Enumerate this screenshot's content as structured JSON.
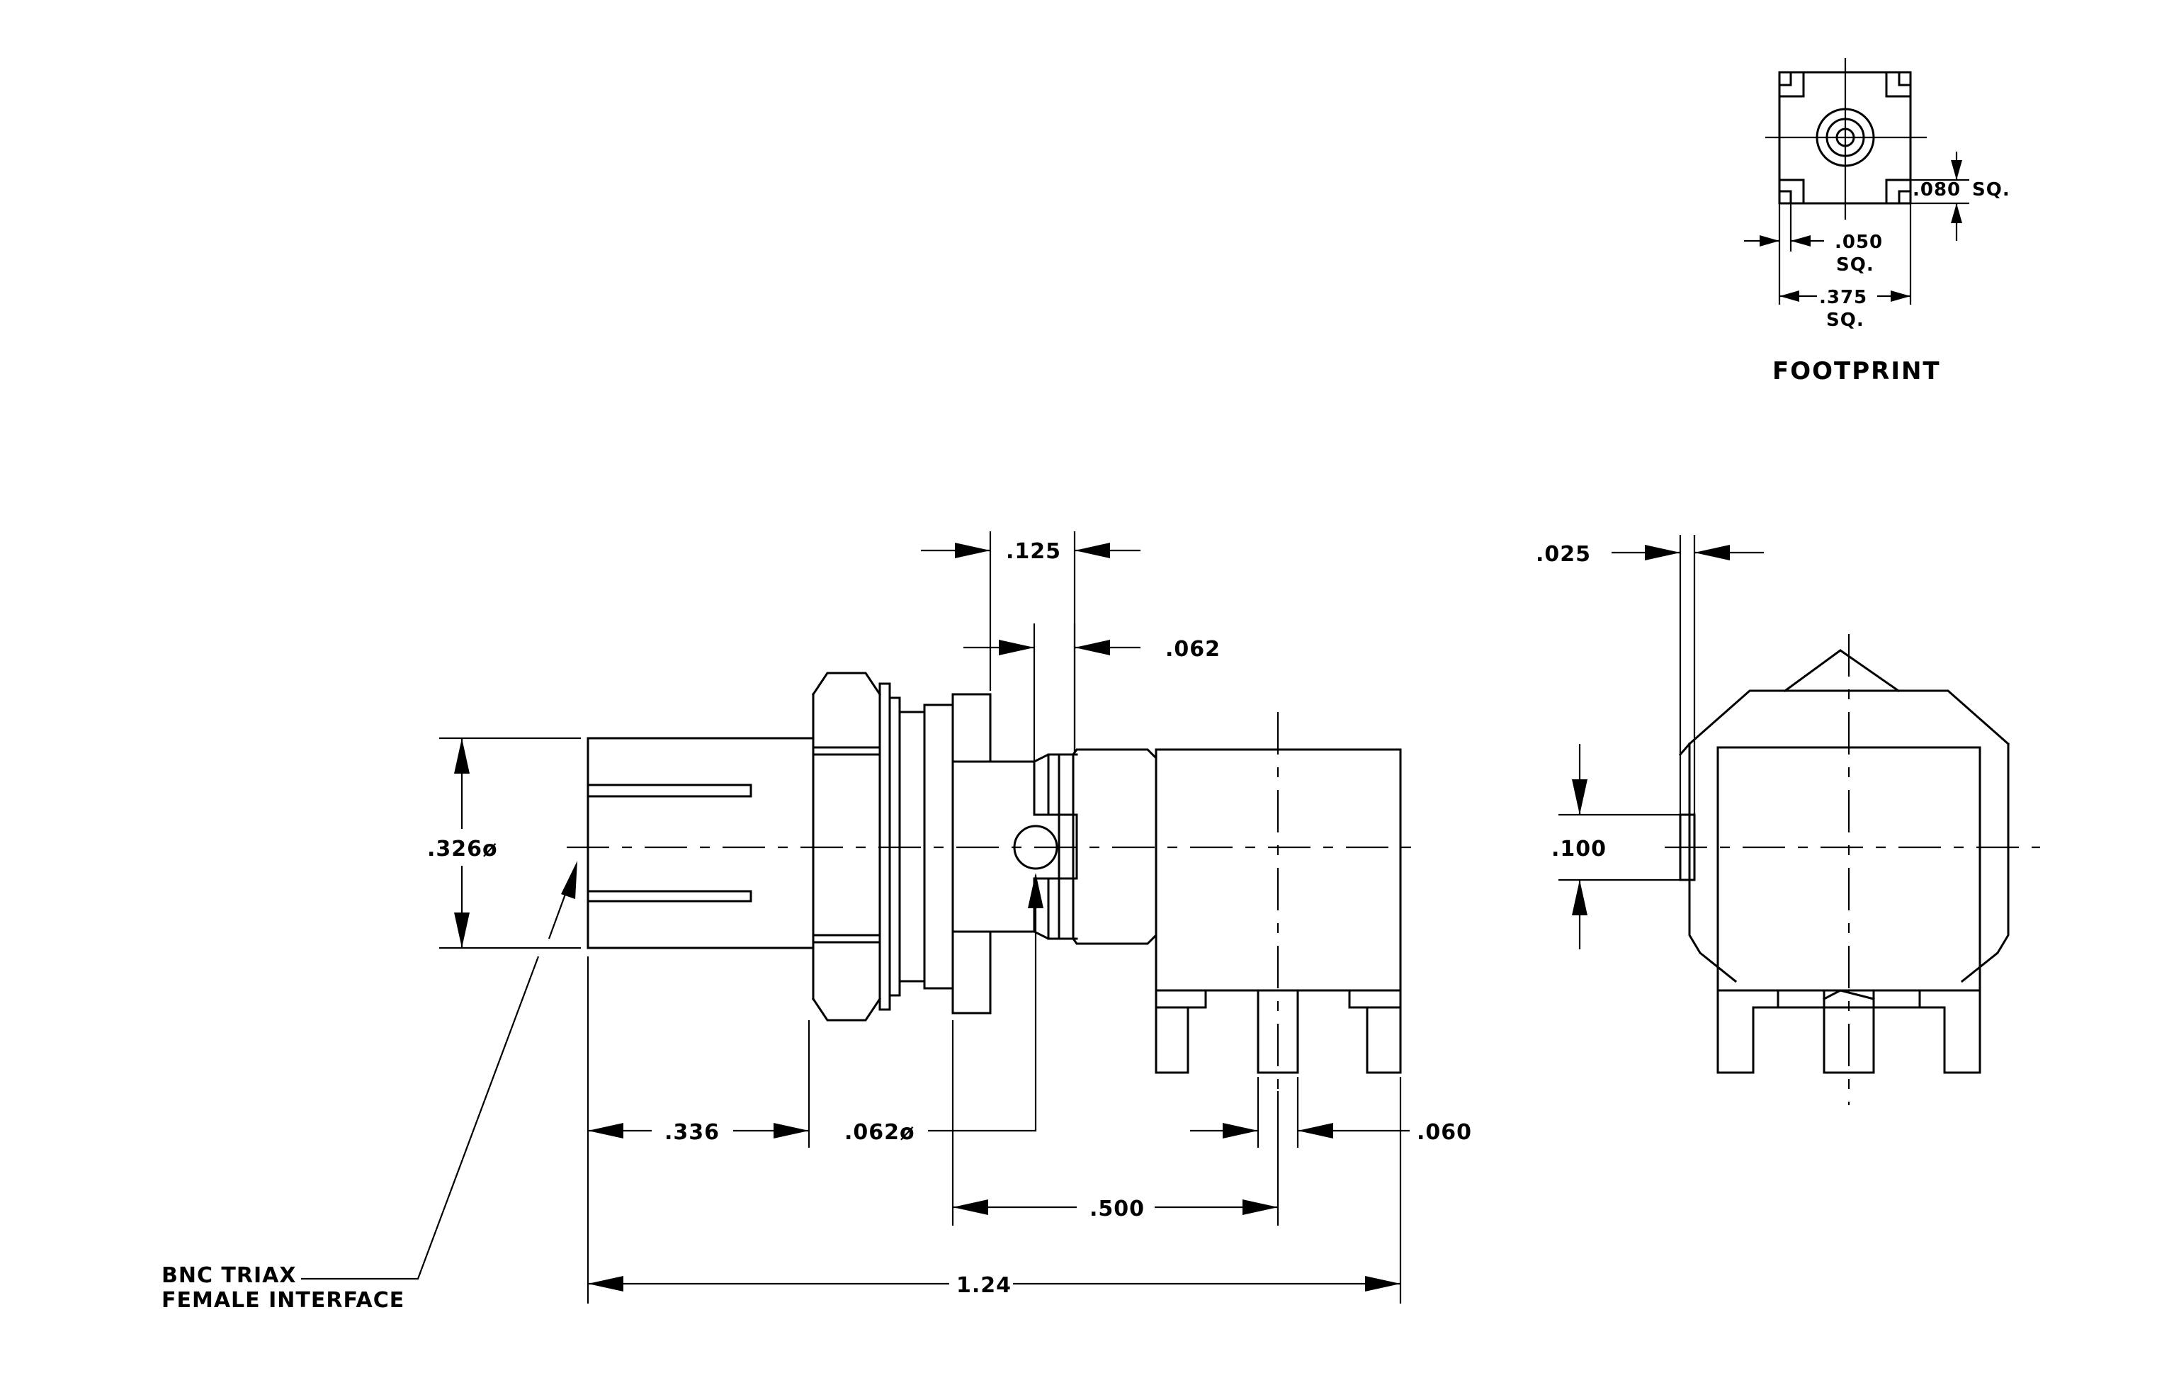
{
  "dimensions": {
    "d_125": ".125",
    "d_062_top": ".062",
    "d_326_dia": ".326ø",
    "d_336": ".336",
    "d_062_dia": ".062ø",
    "d_500": ".500",
    "d_124": "1.24",
    "d_060": ".060",
    "d_025": ".025",
    "d_100": ".100"
  },
  "footprint": {
    "title": "FOOTPRINT",
    "d_080": ".080",
    "d_080_sq": "SQ.",
    "d_050": ".050",
    "d_050_sq": "SQ.",
    "d_375": ".375",
    "d_375_sq": "SQ."
  },
  "callout": {
    "line1": "BNC TRIAX",
    "line2": "FEMALE INTERFACE"
  }
}
